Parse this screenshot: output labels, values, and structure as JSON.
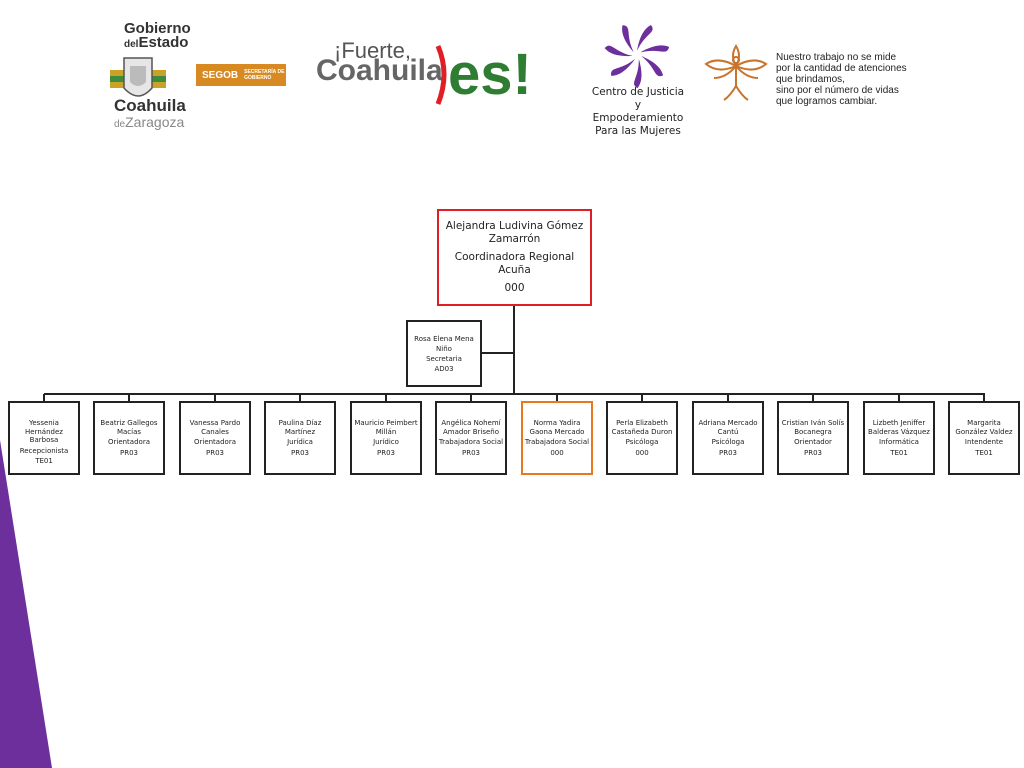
{
  "header": {
    "gobierno": {
      "line1": "Gobierno",
      "line2_small": "del",
      "line2": "Estado",
      "segob": "SEGOB",
      "segob_sub": "SECRETARÍA DE GOBIERNO",
      "line3": "Coahuila",
      "line4_small": "de",
      "line4": "Zaragoza"
    },
    "fuerte": {
      "top": "¡Fuerte,",
      "bottom": "Coahuila",
      "suffix": "es!"
    },
    "centro": {
      "lines": [
        "Centro de Justicia y",
        "Empoderamiento",
        "Para las Mujeres"
      ]
    },
    "motto": {
      "lines": [
        "Nuestro trabajo no se mide",
        "por la cantidad de atenciones",
        "que brindamos,",
        "sino por el número de vidas",
        "que logramos cambiar."
      ]
    }
  },
  "org_chart": {
    "root": {
      "name": "Alejandra Ludivina Gómez Zamarrón",
      "role": "Coordinadora Regional Acuña",
      "code": "000",
      "border_color": "#e01e25"
    },
    "secretary": {
      "name": "Rosa Elena Mena Niño",
      "role": "Secretaria",
      "code": "AD03"
    },
    "staff": [
      {
        "name": "Yessenia Hernández Barbosa",
        "role": "Recepcionista",
        "code": "TE01"
      },
      {
        "name": "Beatriz Gallegos Macías",
        "role": "Orientadora",
        "code": "PR03"
      },
      {
        "name": "Vanessa Pardo Canales",
        "role": "Orientadora",
        "code": "PR03"
      },
      {
        "name": "Paulina Díaz Martínez",
        "role": "Jurídica",
        "code": "PR03"
      },
      {
        "name": "Mauricio Peimbert Millán",
        "role": "Jurídico",
        "code": "PR03"
      },
      {
        "name": "Angélica Nohemí Amador Briseño",
        "role": "Trabajadora Social",
        "code": "PR03"
      },
      {
        "name": "Norma Yadira Gaona Mercado",
        "role": "Trabajadora Social",
        "code": "000",
        "highlight": true
      },
      {
        "name": "Perla Elizabeth Castañeda Duron",
        "role": "Psicóloga",
        "code": "000"
      },
      {
        "name": "Adriana Mercado Cantú",
        "role": "Psicóloga",
        "code": "PR03"
      },
      {
        "name": "Cristian Iván Solís Bocanegra",
        "role": "Orientador",
        "code": "PR03"
      },
      {
        "name": "Lizbeth Jeniffer Balderas Vázquez",
        "role": "Informática",
        "code": "TE01"
      },
      {
        "name": "Margarita González Valdez",
        "role": "Intendente",
        "code": "TE01"
      }
    ],
    "highlight_color": "#e8781e"
  },
  "colors": {
    "accent_purple": "#6d2f9c",
    "line": "#222222"
  }
}
